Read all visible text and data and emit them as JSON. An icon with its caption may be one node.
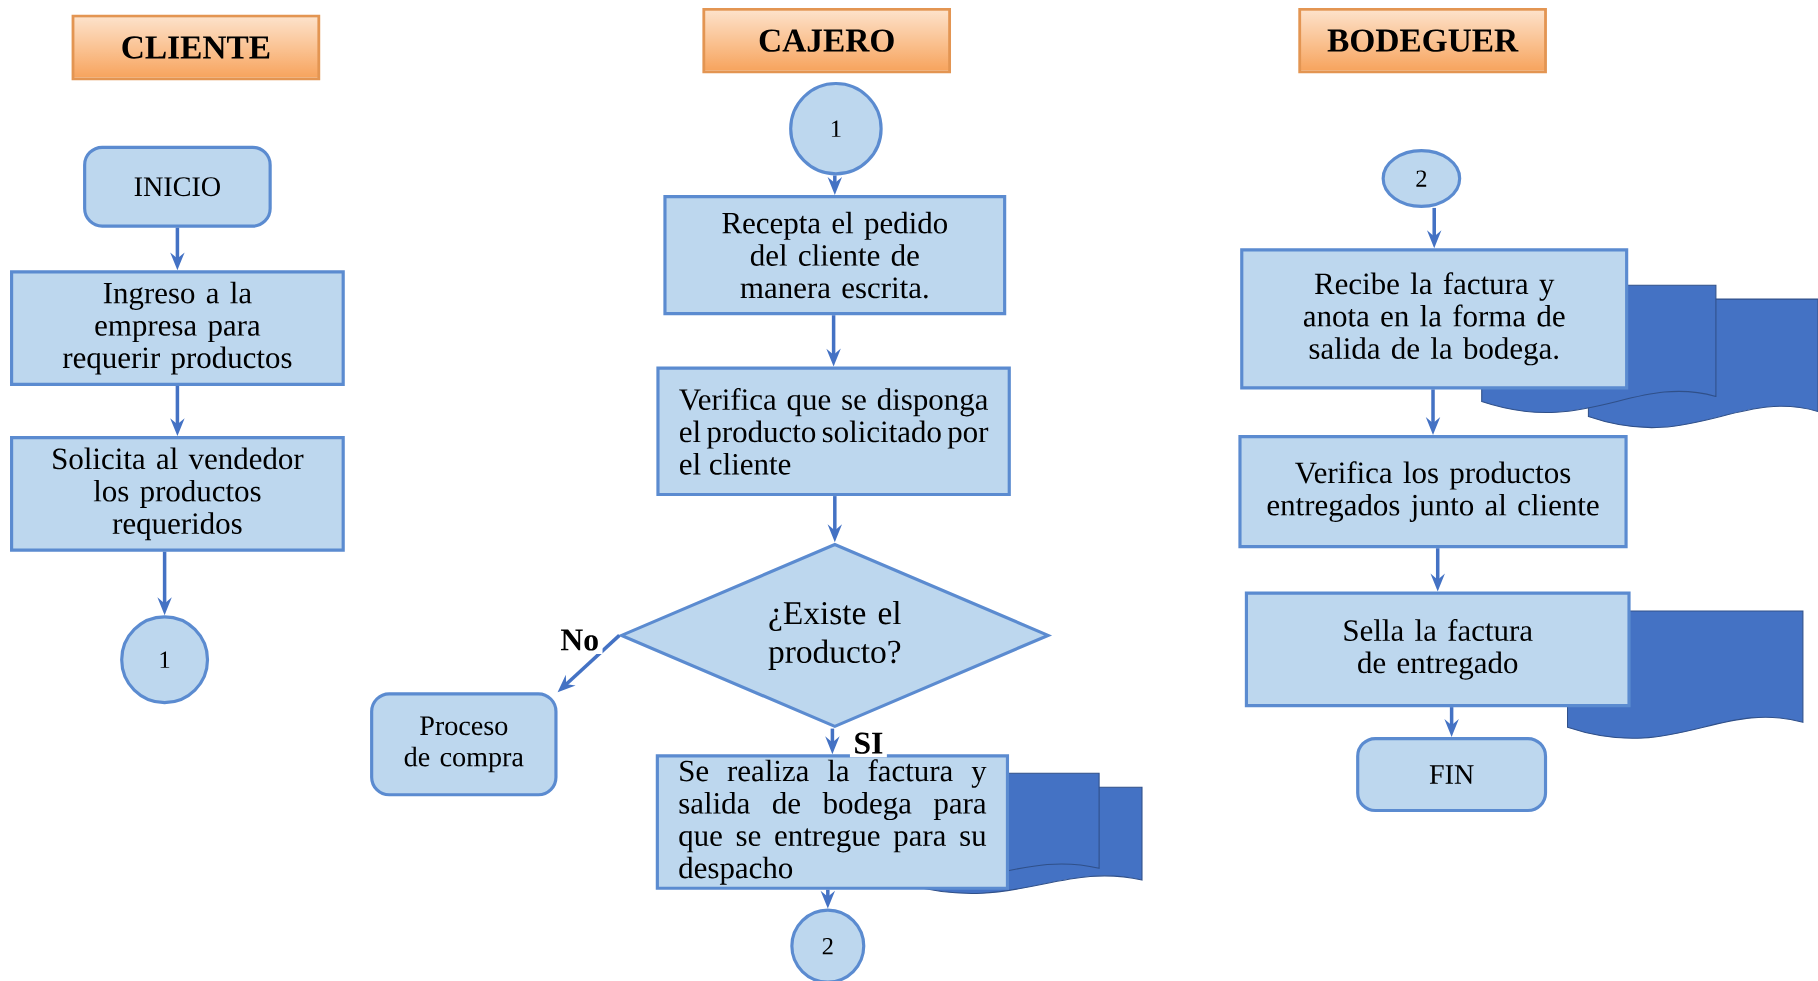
{
  "diagram": {
    "nodes": [
      {
        "text": [
          "CLIENTE"
        ]
      },
      {
        "text": [
          "CAJERO"
        ]
      },
      {
        "text": [
          "BODEGUER"
        ]
      },
      {
        "text": [
          "INICIO"
        ]
      },
      {
        "text": [
          "Ingreso a la empresa para requerir productos"
        ]
      },
      {
        "text": [
          "Solicita al vendedor los productos requeridos"
        ]
      },
      {
        "text": [
          "1"
        ]
      },
      {
        "text": [
          "1"
        ]
      },
      {
        "text": [
          "Recepta el pedido del cliente de manera escrita."
        ]
      },
      {
        "text": [
          "Verifica que se disponga el producto solicitado por el cliente"
        ]
      },
      {
        "text": [
          "¿Existe el producto?"
        ]
      },
      {
        "text": [
          "Proceso de compra"
        ]
      },
      {
        "text": [
          "Se realiza la factura y salida de bodega para que se entregue para su despacho"
        ]
      },
      {
        "text": [
          "2"
        ]
      },
      {
        "text": [
          "2"
        ]
      },
      {
        "text": [
          "Recibe la factura y anota en la forma de salida de la bodega."
        ]
      },
      {
        "text": [
          "Verifica los productos entregados junto al cliente"
        ]
      },
      {
        "text": [
          "Sella la factura de entregado"
        ]
      },
      {
        "text": [
          "FIN"
        ]
      }
    ],
    "edges": [
      {
        "from": 3,
        "to": 4,
        "arrow": "to"
      },
      {
        "from": 4,
        "to": 5,
        "arrow": "to"
      },
      {
        "from": 5,
        "to": 6,
        "arrow": "to"
      },
      {
        "from": 7,
        "to": 8,
        "arrow": "to"
      },
      {
        "from": 8,
        "to": 9,
        "arrow": "to"
      },
      {
        "from": 9,
        "to": 10,
        "arrow": "to"
      },
      {
        "from": 10,
        "to": 11,
        "arrow": "to",
        "label": "No"
      },
      {
        "from": 10,
        "to": 12,
        "arrow": "to",
        "label": "SI"
      },
      {
        "from": 12,
        "to": 13,
        "arrow": "to"
      },
      {
        "from": 14,
        "to": 15,
        "arrow": "to"
      },
      {
        "from": 15,
        "to": 16,
        "arrow": "to"
      },
      {
        "from": 16,
        "to": 17,
        "arrow": "to"
      },
      {
        "from": 17,
        "to": 18,
        "arrow": "to"
      }
    ]
  }
}
